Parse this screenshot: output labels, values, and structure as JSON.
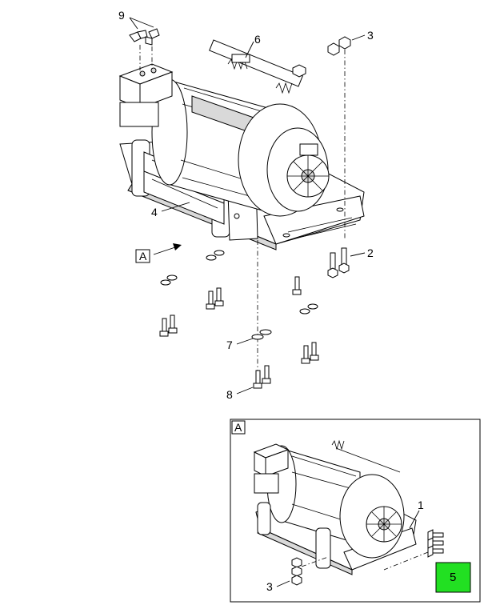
{
  "diagram": {
    "callouts": {
      "c1": "1",
      "c2": "2",
      "c3": "3",
      "c3_detail": "3",
      "c4": "4",
      "c5": "5",
      "c6": "6",
      "c7": "7",
      "c8": "8",
      "c9": "9"
    },
    "view_label": "A",
    "detail_label": "A",
    "colors": {
      "highlight": "#22e022",
      "line": "#000000",
      "shade": "#d9d9d9"
    }
  }
}
